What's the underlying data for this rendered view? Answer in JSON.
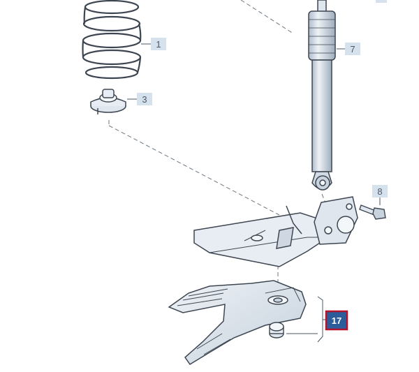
{
  "diagram": {
    "callouts": [
      {
        "id": "coil-spring",
        "label": "1",
        "highlighted": false
      },
      {
        "id": "spring-seat",
        "label": "3",
        "highlighted": false
      },
      {
        "id": "shock-absorber",
        "label": "7",
        "highlighted": false
      },
      {
        "id": "bolt",
        "label": "8",
        "highlighted": false
      },
      {
        "id": "underbody-guard",
        "label": "17",
        "highlighted": true
      }
    ],
    "colors": {
      "part_fill": "#e8edf3",
      "part_shade": "#c9d3de",
      "part_stroke": "#3d4650",
      "guide_line": "#6b7680",
      "callout_box": "#d6e1ee",
      "callout_text": "#4a5866",
      "highlight_fill": "#2c5c9a",
      "highlight_border": "#b5122b"
    }
  }
}
